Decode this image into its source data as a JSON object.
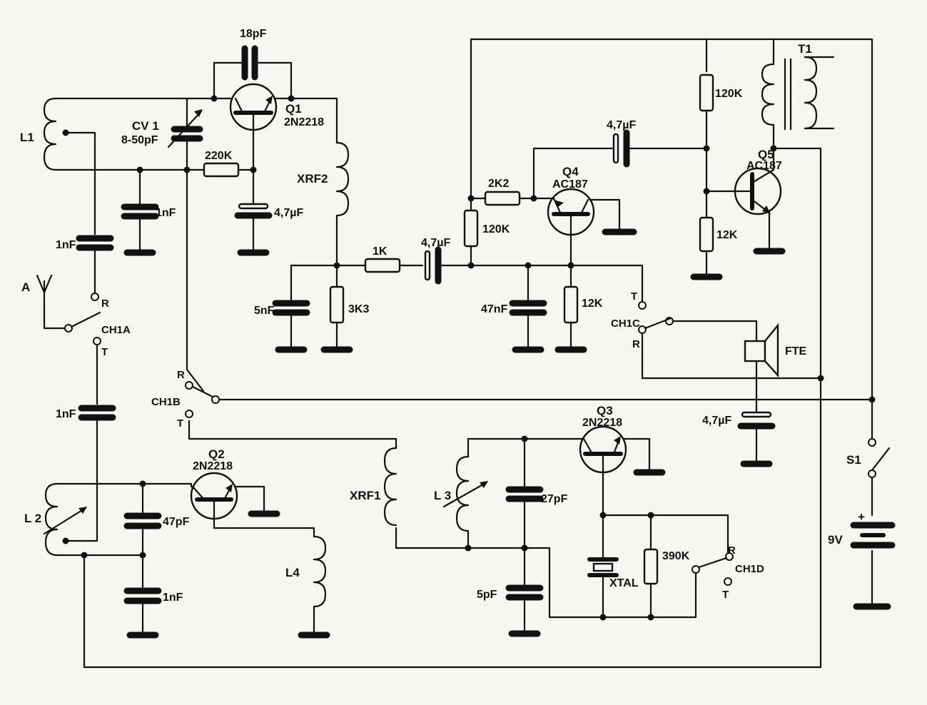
{
  "components": {
    "L1": "L1",
    "CV1": "CV 1",
    "CV1_value": "8-50pF",
    "C_18pF": "18pF",
    "Q1": "Q1",
    "Q1_type": "2N2218",
    "R_220K": "220K",
    "C_1nF_L1": "1nF",
    "C_4u7_Q1": "4,7µF",
    "XRF2": "XRF2",
    "C_1nF_ant": "1nF",
    "A": "A",
    "CH1A": "CH1A",
    "CH1A_R": "R",
    "CH1A_T": "T",
    "C_5nF": "5nF",
    "R_3K3": "3K3",
    "R_1K": "1K",
    "C_4u7_1K": "4,7µF",
    "R_2K2": "2K2",
    "Q4": "Q4",
    "Q4_type": "AC187",
    "R_120K_Q4": "120K",
    "C_47nF": "47nF",
    "R_12K_Q4": "12K",
    "C_4u7_top": "4,7µF",
    "R_120K_Q5": "120K",
    "T1": "T1",
    "Q5": "Q5",
    "Q5_type": "AC187",
    "R_12K_Q5": "12K",
    "CH1C": "CH1C",
    "CH1C_T": "T",
    "CH1C_R": "R",
    "FTE": "FTE",
    "C_4u7_FTE": "4,7µF",
    "CH1B": "CH1B",
    "CH1B_R": "R",
    "CH1B_T": "T",
    "C_1nF_CH1A": "1nF",
    "Q2": "Q2",
    "Q2_type": "2N2218",
    "L2": "L 2",
    "C_47pF": "47pF",
    "C_1nF_Q2": "1nF",
    "L4": "L4",
    "XRF1": "XRF1",
    "L3": "L 3",
    "Q3": "Q3",
    "Q3_type": "2N2218",
    "C_27pF": "27pF",
    "C_5pF": "5pF",
    "XTAL": "XTAL",
    "R_390K": "390K",
    "CH1D": "CH1D",
    "CH1D_R": "R",
    "CH1D_T": "T",
    "S1": "S1",
    "battery": "9V",
    "battery_plus": "+"
  }
}
